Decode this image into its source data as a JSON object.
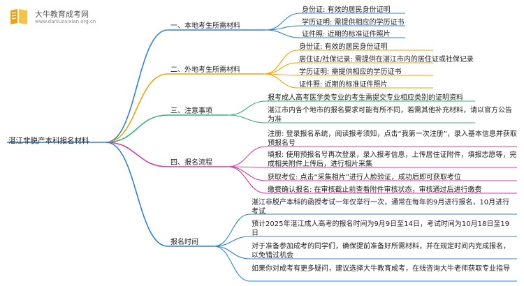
{
  "logo": {
    "title": "大牛教育成考网",
    "url": "www.daniuzaixian.org.cn"
  },
  "colors": {
    "branch1": "#2f7fe0",
    "branch2": "#f0a30a",
    "branch3": "#36b37e",
    "branch4": "#d63aa8",
    "branch5": "#2f7fe0",
    "logo": "#f0a30a"
  },
  "mindmap": {
    "root": "湛江非脱产本科报名材料",
    "branches": [
      {
        "label": "一、本地考生所需材料",
        "items": [
          "身份证: 有效的居民身份证明",
          "学历证明: 需提供相应的学历证书",
          "证件照: 近期的标准证件照片"
        ]
      },
      {
        "label": "二、外地考生所需材料",
        "items": [
          "身份证: 有效的居民身份证明",
          "居住证/社保记录: 需提供在湛江市内的居住证或社保记录",
          "学历证明: 需提供相应的学历证书",
          "证件照: 近期的标准证件照片"
        ]
      },
      {
        "label": "三、注意事项",
        "items": [
          "报考成人高考医学类专业的考生需提交专业相应类别的证明资料",
          "湛江市内各个地市的报名要求可能有所不同，若需其他补充材料，请以官方公告为准"
        ]
      },
      {
        "label": "四、报名流程",
        "items": [
          "注册: 登录报名系统，阅读报考须知，点击“我第一次注册”，录入基本信息并获取预报名号",
          "填报: 使用预报名号再次登录，录入报考信息，上传居住证附件，填报志愿等，完成相关附件上传后，进行相片采集",
          "获取考位: 点击“采集相片”进行人脸验证，成功后即可获取考位",
          "缴费确认报名: 在审核截止前查看附件审核状态，审核通过后进行缴费"
        ]
      },
      {
        "label": "报名时间",
        "items": [
          "湛江非脱产本科的函授考试一年仅举行一次，通常在每年的9月进行报名，10月进行考试",
          "预计2025年湛江成人高考的报名时间为9月9日至14日，考试时间为10月18日至19日",
          "对于准备参加成考的同学们，确保提前准备好所需材料，并在规定时间内完成报名，以免错过机会",
          "如果你对成考有更多疑问，建议选择大牛教育成考，在线咨询大牛老师获取专业指导"
        ]
      }
    ]
  }
}
